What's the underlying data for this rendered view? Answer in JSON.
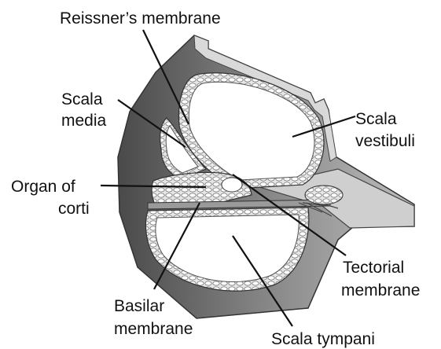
{
  "labels": {
    "reissners": "Reissner’s membrane",
    "scala_media": [
      "Scala",
      "media"
    ],
    "scala_vestibuli": [
      "Scala",
      "vestibuli"
    ],
    "organ_of_corti": [
      "Organ of",
      "corti"
    ],
    "tectorial": [
      "Tectorial",
      "membrane"
    ],
    "basilar": [
      "Basilar",
      "membrane"
    ],
    "scala_tympani": "Scala tympani"
  },
  "colors": {
    "bone_dark": "#5a5a5a",
    "bone_mid": "#9a9a9a",
    "bone_light": "#d8d8d8",
    "cavity": "#ffffff",
    "cells": "#bdbdbd",
    "ink": "#111111"
  }
}
